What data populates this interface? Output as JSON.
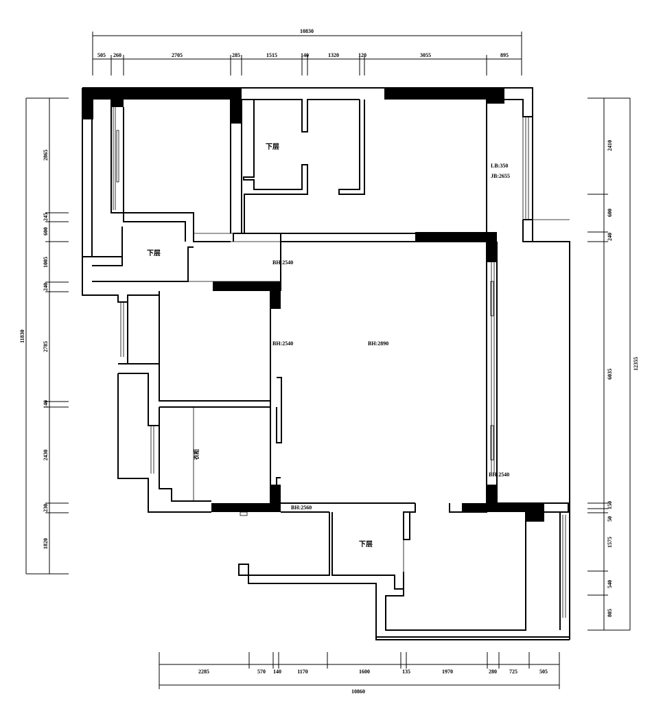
{
  "floorplan": {
    "dimensions": {
      "top_total": "10830",
      "top_segments": [
        "505",
        "260",
        "2705",
        "285",
        "1515",
        "140",
        "1320",
        "120",
        "3055",
        "895"
      ],
      "bottom_total": "10860",
      "bottom_segments": [
        "2285",
        "570",
        "140",
        "1170",
        "1600",
        "135",
        "1970",
        "280",
        "725",
        "505"
      ],
      "left_total": "11830",
      "left_segments": [
        "2865",
        "245",
        "600",
        "1005",
        "240",
        "2785",
        "140",
        "2430",
        "230",
        "1820"
      ],
      "right_total": "12355",
      "right_segments": [
        "2410",
        "600",
        "240",
        "6035",
        "150",
        "50",
        "1575",
        "540",
        "805"
      ]
    },
    "room_labels": {
      "lower_top": "下层",
      "lower_left": "下层",
      "lower_bottom": "下层"
    },
    "beam_labels": {
      "lb": "LB:350",
      "jb": "JB:2655",
      "bh_corridor": "BH:2540",
      "bh_room": "BH:2540",
      "bh_living": "BH:2890",
      "bh_right": "BH:2540",
      "bh_bottom": "BH:2560"
    },
    "wardrobe_label": "衣柜"
  }
}
